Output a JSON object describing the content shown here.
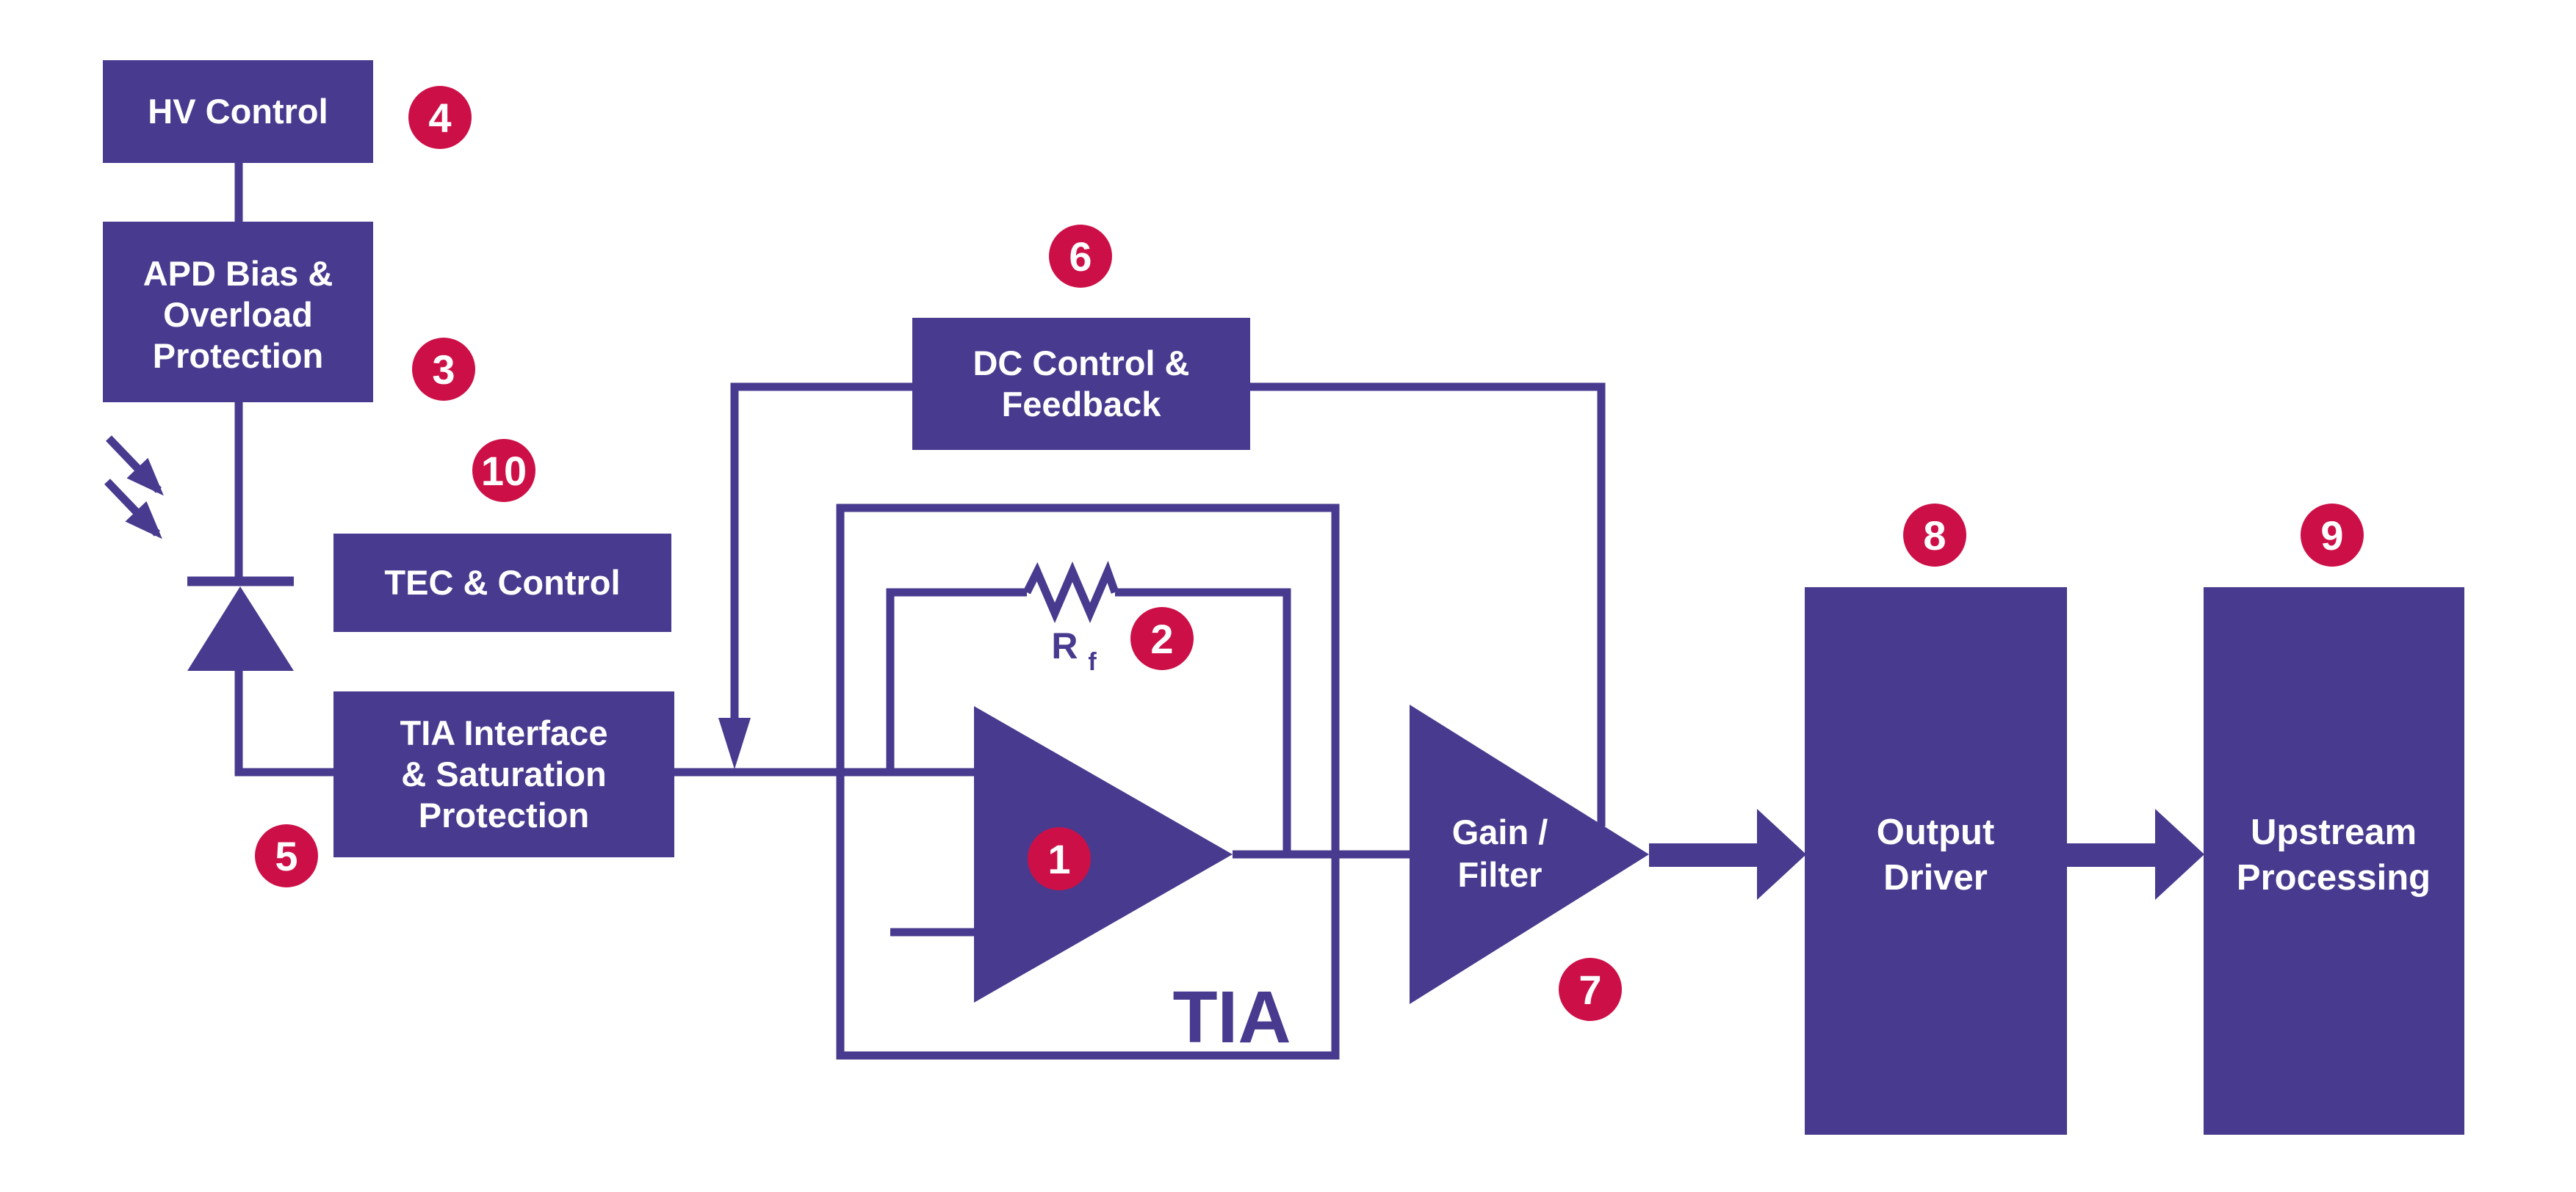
{
  "colors": {
    "purple": "#483A8E",
    "badge_red": "#CC1047",
    "label_text": "#FFFFFF",
    "background": "#FFFFFF"
  },
  "blocks": {
    "hv_control": {
      "lines": [
        "HV Control"
      ],
      "badge": "4"
    },
    "apd_bias": {
      "lines": [
        "APD Bias &",
        "Overload",
        "Protection"
      ],
      "badge": "3"
    },
    "tec_control": {
      "lines": [
        "TEC & Control"
      ],
      "badge": "10"
    },
    "tia_interface": {
      "lines": [
        "TIA Interface",
        "& Saturation",
        "Protection"
      ],
      "badge": "5"
    },
    "dc_control": {
      "lines": [
        "DC Control &",
        "Feedback"
      ],
      "badge": "6"
    },
    "tia": {
      "label": "TIA",
      "amp_badge": "1",
      "resistor_symbol": "R",
      "resistor_subscript": "f",
      "resistor_badge": "2"
    },
    "gain_filter": {
      "lines": [
        "Gain /",
        "Filter"
      ],
      "badge": "7"
    },
    "output_driver": {
      "lines": [
        "Output",
        "Driver"
      ],
      "badge": "8"
    },
    "upstream_processing": {
      "lines": [
        "Upstream",
        "Processing"
      ],
      "badge": "9"
    }
  }
}
